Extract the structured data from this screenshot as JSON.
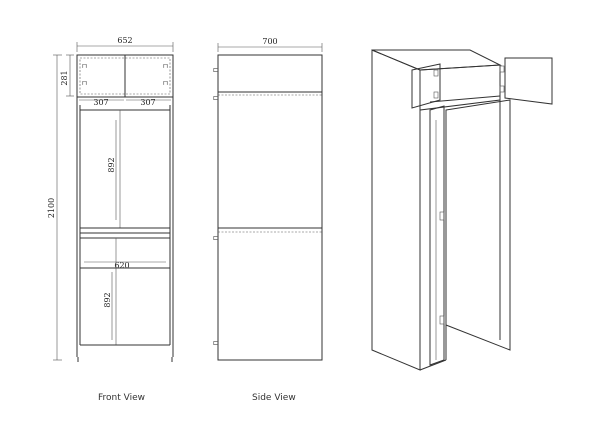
{
  "front_view": {
    "caption": "Front View",
    "dims": {
      "overall_width": "652",
      "overall_height": "2100",
      "top_height": "281",
      "top_left_half": "307",
      "top_right_half": "307",
      "upper_door_height": "892",
      "inner_width": "620",
      "lower_door_height": "892"
    }
  },
  "side_view": {
    "caption": "Side View",
    "dims": {
      "depth": "700"
    }
  },
  "iso_view": {}
}
